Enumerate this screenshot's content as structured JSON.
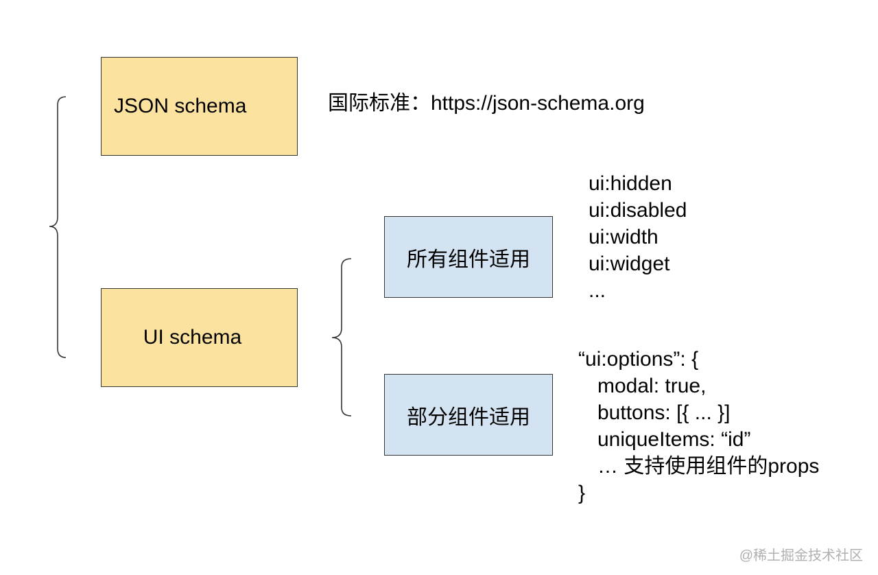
{
  "boxes": {
    "json_schema": "JSON schema",
    "ui_schema": "UI schema",
    "all_components": "所有组件适用",
    "some_components": "部分组件适用"
  },
  "standard_note": "国际标准：https://json-schema.org",
  "ui_keys": [
    "ui:hidden",
    "ui:disabled",
    "ui:width",
    "ui:widget",
    "..."
  ],
  "options_block": {
    "open": "“ui:options”: {",
    "lines": [
      "modal: true,",
      "buttons: [{ ... }]",
      "uniqueItems: “id”",
      "… 支持使用组件的props"
    ],
    "close": "}"
  },
  "watermark": "@稀土掘金技术社区",
  "colors": {
    "yellow_box": "#fbe29f",
    "blue_box": "#d3e3f2",
    "border": "#333333"
  }
}
